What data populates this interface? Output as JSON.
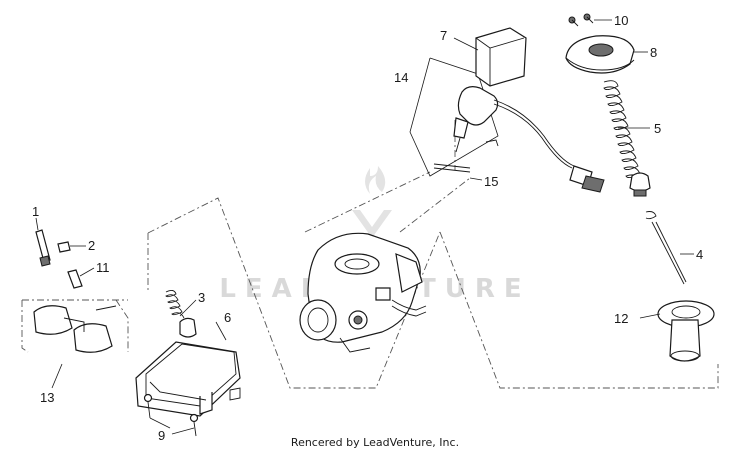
{
  "callouts": {
    "c1": "1",
    "c2": "2",
    "c3": "3",
    "c4": "4",
    "c5": "5",
    "c6": "6",
    "c7": "7",
    "c8": "8",
    "c9": "9",
    "c10": "10",
    "c11": "11",
    "c12": "12",
    "c13": "13",
    "c14": "14",
    "c15": "15"
  },
  "watermark": "LEADVENTURE",
  "footer": "Rencered by LeadVenture, Inc."
}
